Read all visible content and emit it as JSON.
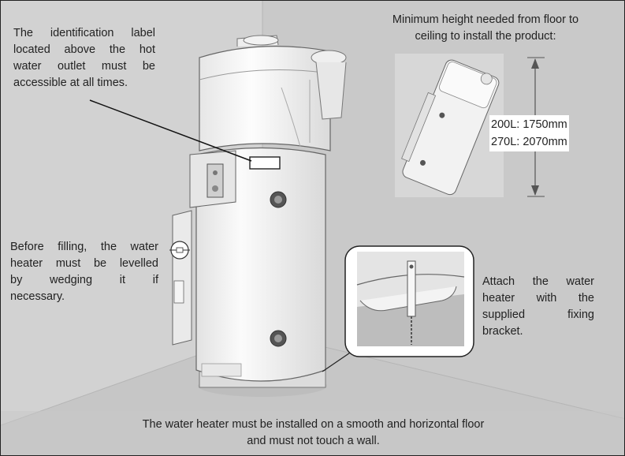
{
  "annotations": {
    "label_note": [
      "The identification label",
      "located above the hot",
      "water outlet must be",
      "accessible at all times."
    ],
    "level_note": [
      "Before filling, the water",
      "heater must be levelled",
      "by wedging it if",
      "necessary."
    ],
    "height_title": [
      "Minimum height needed from floor to",
      "ceiling to install the product:"
    ],
    "height_200": "200L: 1750mm",
    "height_270": "270L: 2070mm",
    "bracket_note": [
      "Attach the water",
      "heater with the",
      "supplied fixing",
      "bracket."
    ],
    "floor_note": [
      "The water heater must be installed on a smooth and horizontal floor",
      "and must not touch a wall."
    ]
  },
  "colors": {
    "wall": "#cfcfcf",
    "floor": "#c4c4c4",
    "appliance": "#f2f2f2",
    "outline": "#555555"
  }
}
